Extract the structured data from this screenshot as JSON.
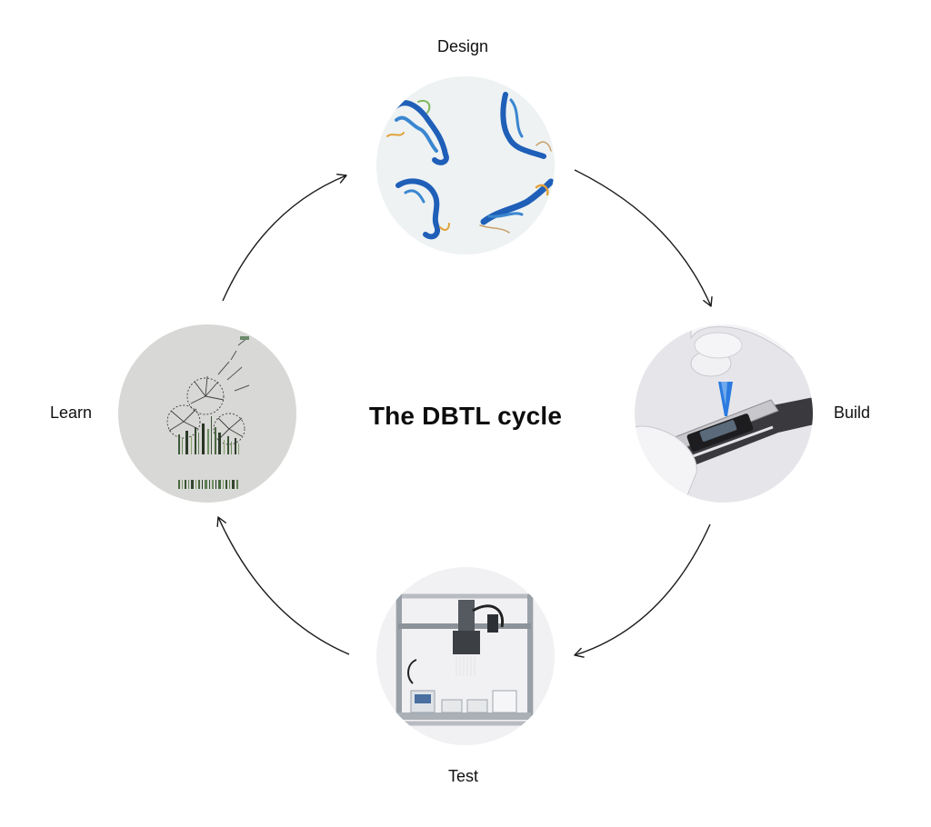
{
  "title": "The DBTL cycle",
  "stages": {
    "design": {
      "label": "Design"
    },
    "build": {
      "label": "Build"
    },
    "test": {
      "label": "Test"
    },
    "learn": {
      "label": "Learn"
    }
  },
  "colors": {
    "text": "#111111",
    "arrow": "#1a1a1a",
    "design_bg": "#eef2f3",
    "build_bg": "#e6e6ea",
    "test_bg": "#f1f1f3",
    "learn_bg": "#d8d8d6",
    "protein_blue": "#1f5fb8",
    "protein_accent": "#e2a23a"
  }
}
